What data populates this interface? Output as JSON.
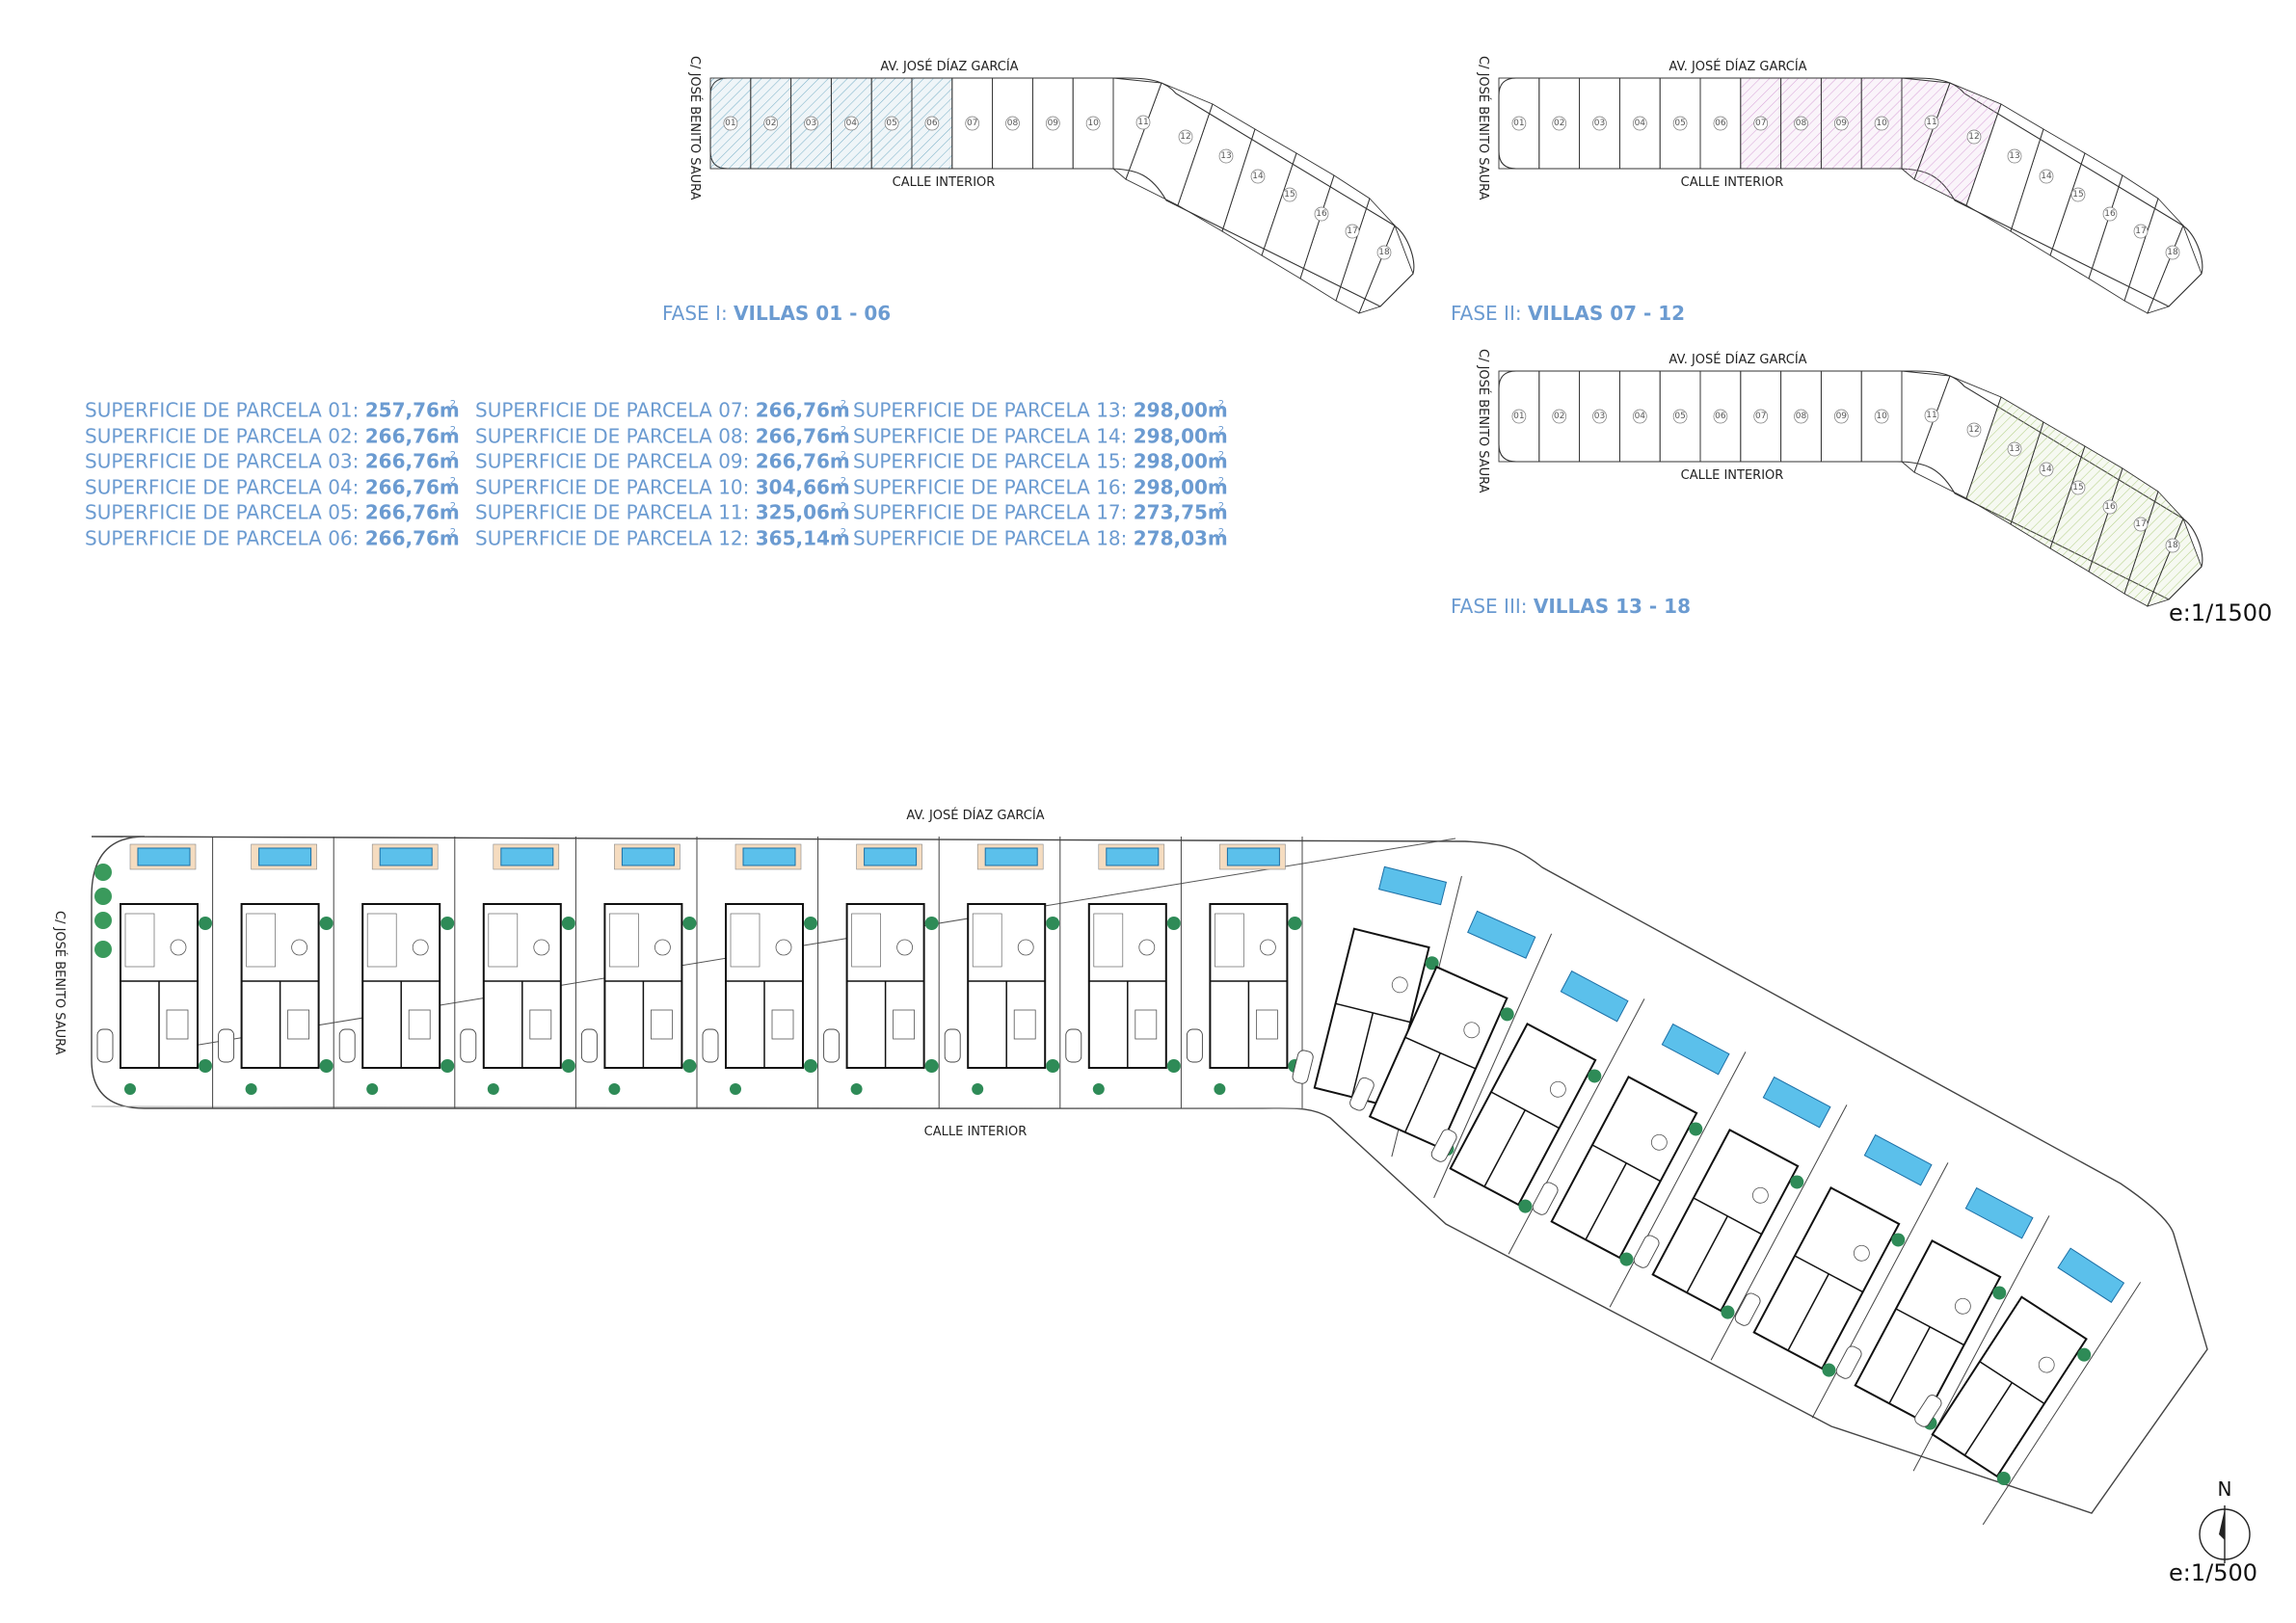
{
  "streets": {
    "top": "AV. JOSÉ DÍAZ GARCÍA",
    "bottom": "CALLE INTERIOR",
    "side": "C/ JOSÉ BENITO SAURA"
  },
  "plots": [
    "01",
    "02",
    "03",
    "04",
    "05",
    "06",
    "07",
    "08",
    "09",
    "10",
    "11",
    "12",
    "13",
    "14",
    "15",
    "16",
    "17",
    "18"
  ],
  "phases": [
    {
      "prefix": "FASE I: ",
      "label": "VILLAS 01 - 06",
      "color": "#7fb3c9"
    },
    {
      "prefix": "FASE II: ",
      "label": "VILLAS 07 - 12",
      "color": "#d9a6d9"
    },
    {
      "prefix": "FASE III: ",
      "label": "VILLAS 13 - 18",
      "color": "#b5d18a"
    }
  ],
  "areas": {
    "prefix": "SUPERFICIE DE PARCELA",
    "unit": "m",
    "sup": "2",
    "items": [
      {
        "n": "01",
        "v": "257,76"
      },
      {
        "n": "02",
        "v": "266,76"
      },
      {
        "n": "03",
        "v": "266,76"
      },
      {
        "n": "04",
        "v": "266,76"
      },
      {
        "n": "05",
        "v": "266,76"
      },
      {
        "n": "06",
        "v": "266,76"
      },
      {
        "n": "07",
        "v": "266,76"
      },
      {
        "n": "08",
        "v": "266,76"
      },
      {
        "n": "09",
        "v": "266,76"
      },
      {
        "n": "10",
        "v": "304,66"
      },
      {
        "n": "11",
        "v": "325,06"
      },
      {
        "n": "12",
        "v": "365,14"
      },
      {
        "n": "13",
        "v": "298,00"
      },
      {
        "n": "14",
        "v": "298,00"
      },
      {
        "n": "15",
        "v": "298,00"
      },
      {
        "n": "16",
        "v": "298,00"
      },
      {
        "n": "17",
        "v": "273,75"
      },
      {
        "n": "18",
        "v": "278,03"
      }
    ]
  },
  "scales": {
    "small": "e:1/1500",
    "large": "e:1/500"
  },
  "north": "N",
  "colors": {
    "accent": "#6b9bd1",
    "pool": "#5bc0eb",
    "tree": "#2e8b57",
    "deck": "#f5dcc0"
  }
}
